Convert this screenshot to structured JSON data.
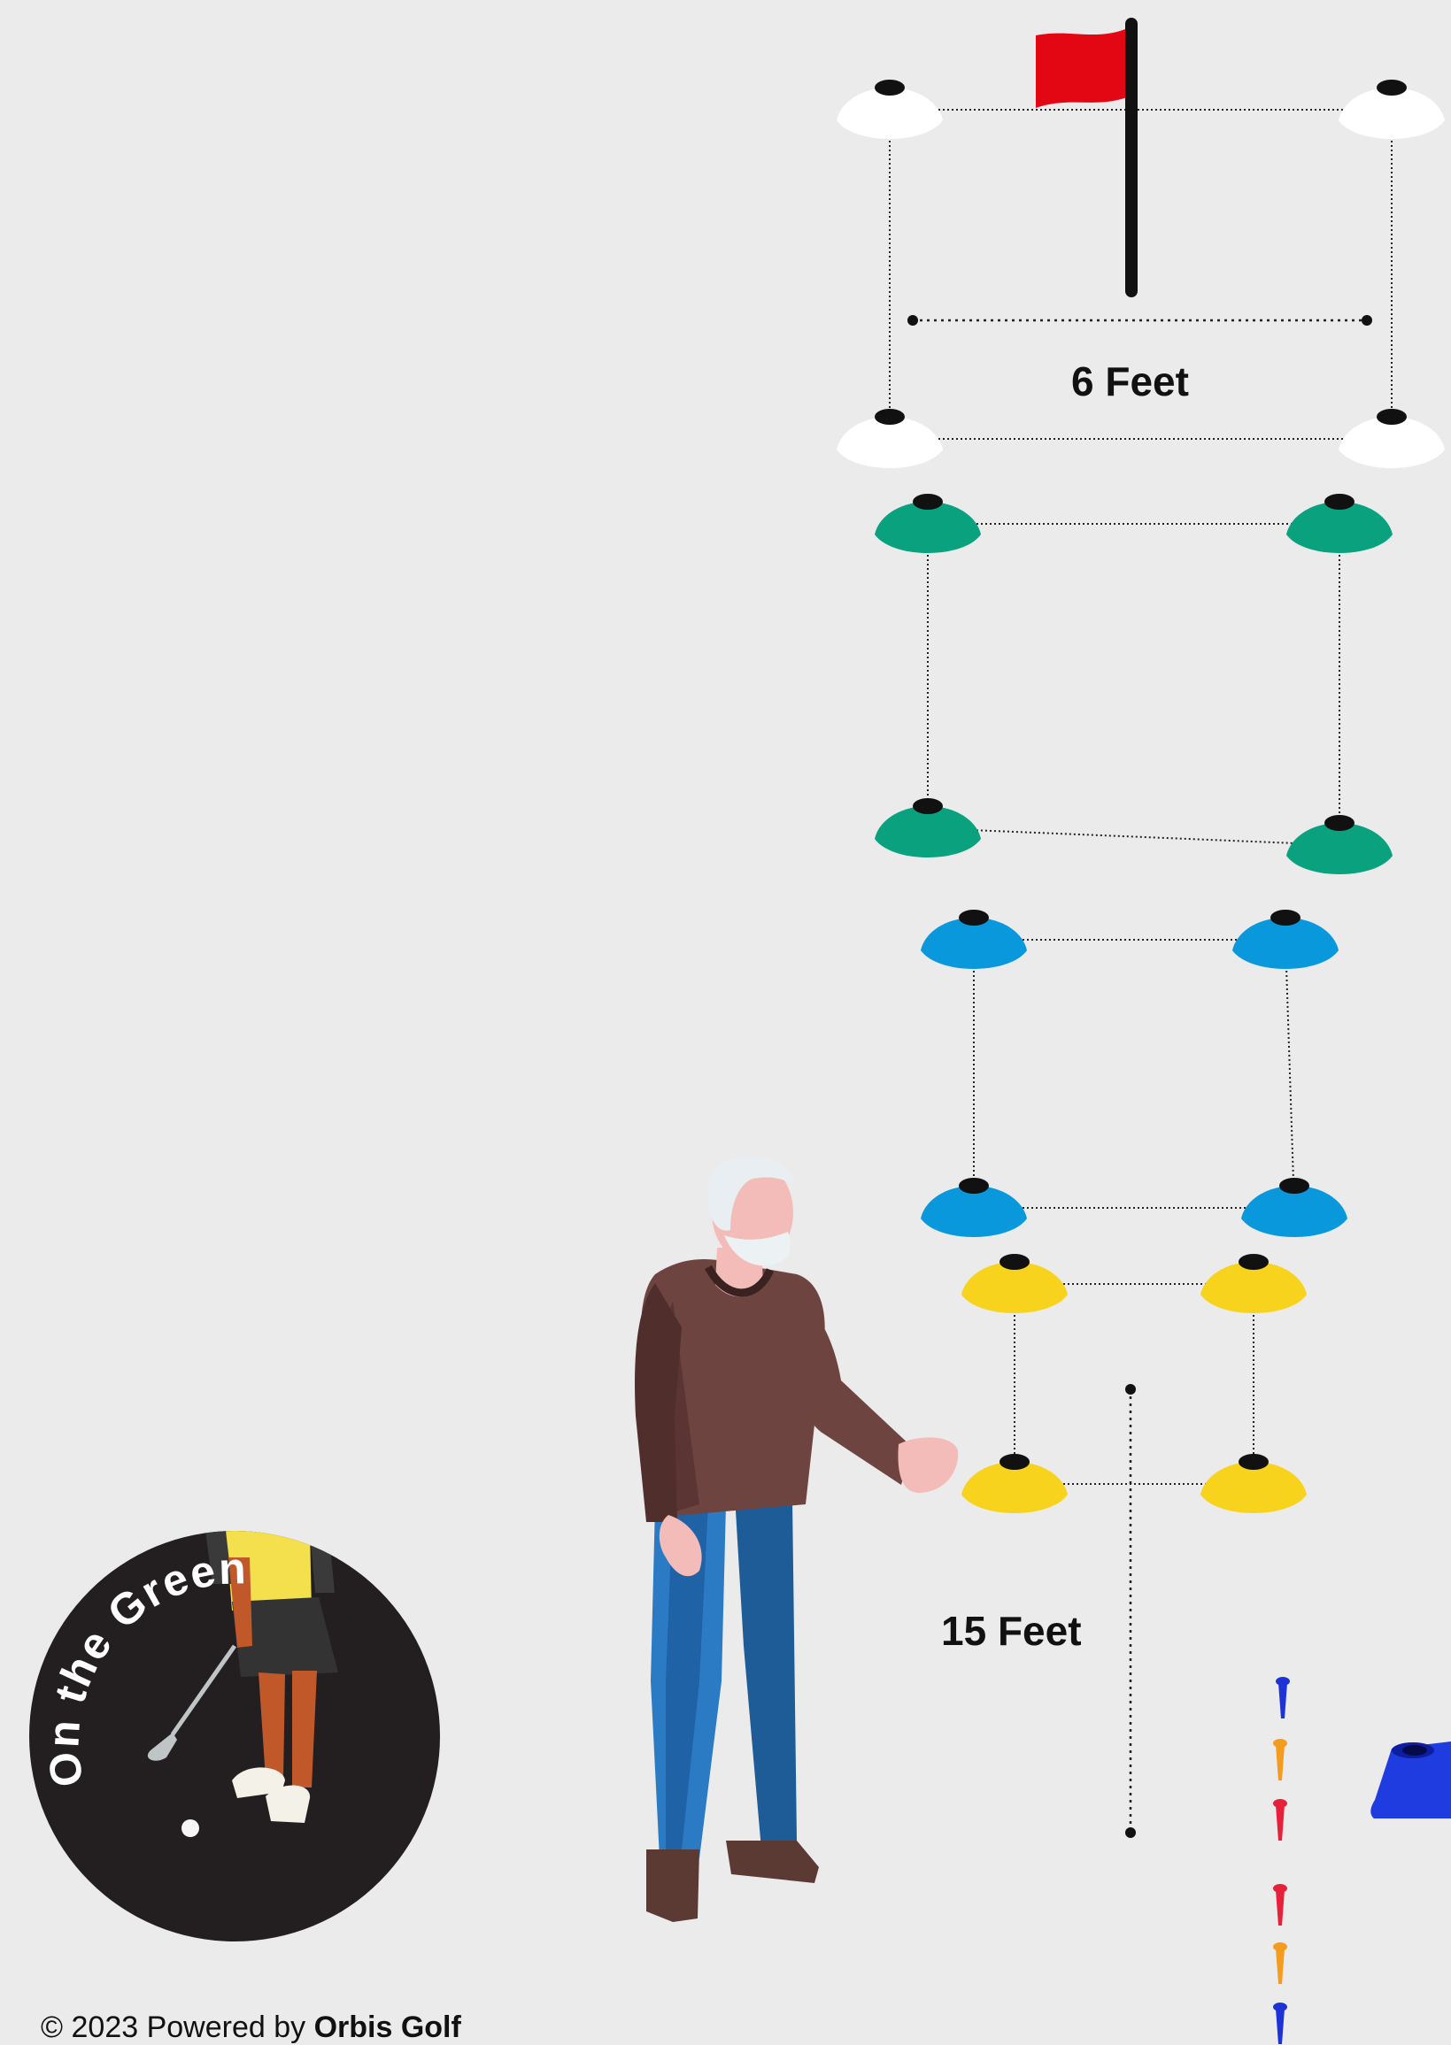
{
  "labels": {
    "top_distance": "6 Feet",
    "bottom_distance": "15 Feet"
  },
  "logo": {
    "text": "On the Green",
    "background": "#231f20"
  },
  "footer": {
    "prefix": "© 2023 Powered by",
    "brand": "Orbis Golf"
  },
  "colors": {
    "background": "#ebebeb",
    "white_cone": "#ffffff",
    "green_cone": "#0aa27e",
    "blue_cone": "#0a98dd",
    "yellow_cone": "#f7d31e",
    "flag": "#e30613",
    "large_cone": "#1f3ce0",
    "tee_colors": [
      "#1d33d6",
      "#f39c1e",
      "#e8213a"
    ]
  },
  "icons": [
    "flag-icon",
    "cone-icon",
    "tee-icon",
    "golfer-figure",
    "coach-figure"
  ]
}
